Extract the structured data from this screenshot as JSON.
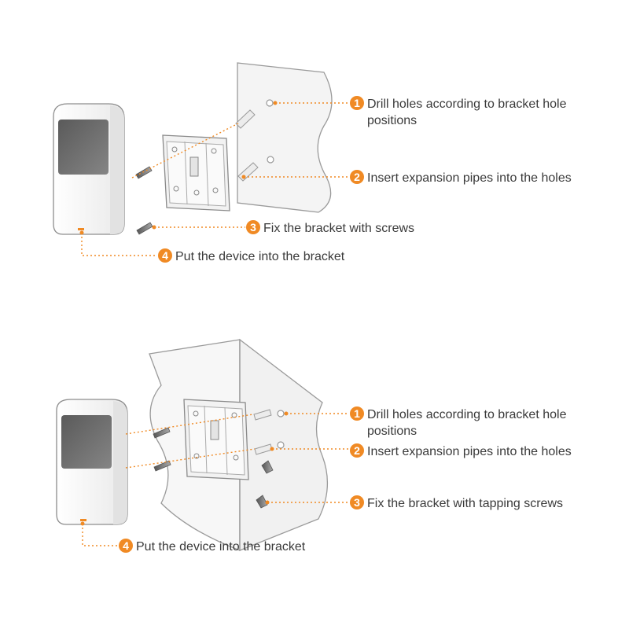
{
  "colors": {
    "accent": "#f08a24",
    "outline": "#9a9a9a",
    "wall": "#f4f4f4",
    "device_body": "#f7f7f7",
    "device_window": "#6e6e6e",
    "text": "#3a3a3a"
  },
  "diagram1": {
    "steps": [
      {
        "number": "1",
        "label_line1": "Drill holes according to bracket hole",
        "label_line2": "positions"
      },
      {
        "number": "2",
        "label_line1": "Insert expansion pipes into the holes"
      },
      {
        "number": "3",
        "label_line1": "Fix the bracket with screws"
      },
      {
        "number": "4",
        "label_line1": "Put the device into the bracket"
      }
    ]
  },
  "diagram2": {
    "steps": [
      {
        "number": "1",
        "label_line1": "Drill holes according to bracket hole",
        "label_line2": "positions"
      },
      {
        "number": "2",
        "label_line1": "Insert expansion pipes into the holes"
      },
      {
        "number": "3",
        "label_line1": "Fix the bracket with tapping screws"
      },
      {
        "number": "4",
        "label_line1": "Put the device into the bracket"
      }
    ]
  }
}
